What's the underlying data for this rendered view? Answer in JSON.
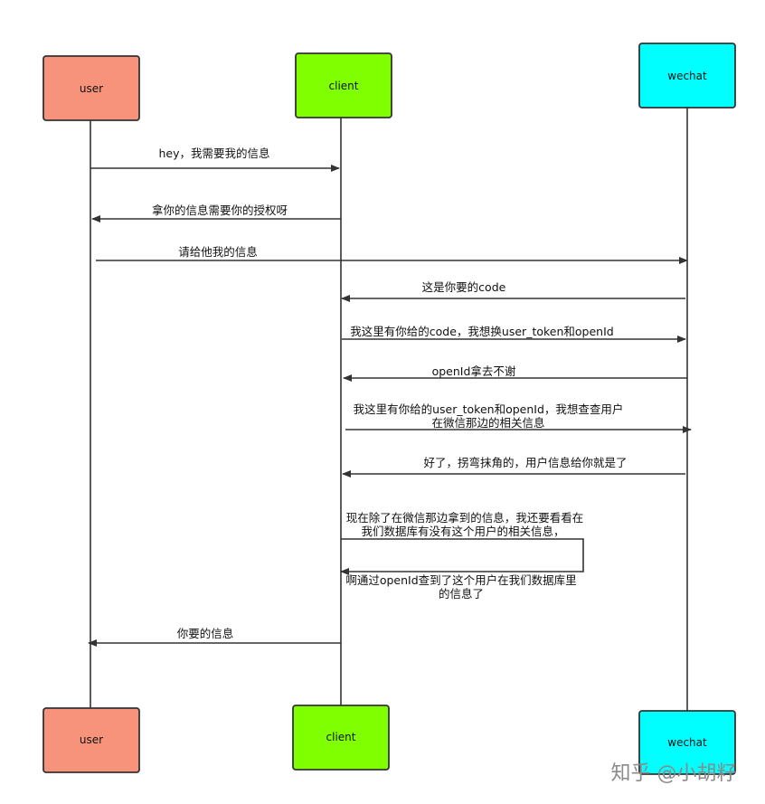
{
  "participants": {
    "user": {
      "label": "user",
      "color": "#f7927b"
    },
    "client": {
      "label": "client",
      "color": "#80ff00"
    },
    "wechat": {
      "label": "wechat",
      "color": "#00ffff"
    }
  },
  "messages": [
    {
      "from": "user",
      "to": "client",
      "lines": [
        "hey，我需要我的信息"
      ]
    },
    {
      "from": "client",
      "to": "user",
      "lines": [
        "拿你的信息需要你的授权呀"
      ]
    },
    {
      "from": "user",
      "to": "wechat",
      "lines": [
        "请给他我的信息"
      ]
    },
    {
      "from": "wechat",
      "to": "client",
      "lines": [
        "这是你要的code"
      ]
    },
    {
      "from": "client",
      "to": "wechat",
      "lines": [
        "我这里有你给的code，我想换user_token和openId"
      ]
    },
    {
      "from": "wechat",
      "to": "client",
      "lines": [
        "openId拿去不谢"
      ]
    },
    {
      "from": "client",
      "to": "wechat",
      "lines": [
        "我这里有你给的user_token和openId，我想查查用户",
        "在微信那边的相关信息"
      ]
    },
    {
      "from": "wechat",
      "to": "client",
      "lines": [
        "好了，拐弯抹角的，用户信息给你就是了"
      ]
    },
    {
      "from": "client",
      "to": "client",
      "lines": [
        "现在除了在微信那边拿到的信息，我还要看看在",
        "我们数据库有没有这个用户的相关信息，"
      ],
      "return_lines": [
        "啊通过openId查到了这个用户在我们数据库里",
        "的信息了"
      ]
    },
    {
      "from": "client",
      "to": "user",
      "lines": [
        "你要的信息"
      ]
    }
  ],
  "watermark": "知乎 @小胡籽",
  "colors": {
    "line": "#333333",
    "box_border": "#333333"
  }
}
